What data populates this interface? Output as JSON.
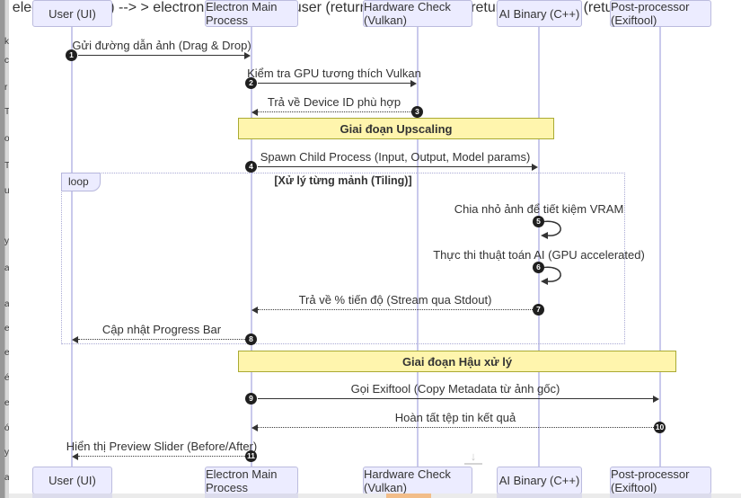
{
  "diagram": {
    "actors": [
      {
        "label": "User (UI)"
      },
      {
        "label": "Electron Main Process"
      },
      {
        "label": "Hardware Check (Vulkan)"
      },
      {
        "label": "AI Binary (C++)"
      },
      {
        "label": "Post-processor (Exiftool)"
      }
    ],
    "messages": [
      {
        "num": "1",
        "text": "Gửi đường dẫn ảnh (Drag & Drop)"
      },
      {
        "num": "2",
        "text": "Kiểm tra GPU tương thích Vulkan"
      },
      {
        "num": "3",
        "text": "Trả về Device ID phù hợp"
      },
      {
        "num": "4",
        "text": "Spawn Child Process (Input, Output, Model params)"
      },
      {
        "num": "5",
        "text": "Chia nhỏ ảnh để tiết kiệm VRAM"
      },
      {
        "num": "6",
        "text": "Thực thi thuật toán AI (GPU accelerated)"
      },
      {
        "num": "7",
        "text": "Trả về % tiến độ (Stream qua Stdout)"
      },
      {
        "num": "8",
        "text": "Cập nhật Progress Bar"
      },
      {
        "num": "9",
        "text": "Gọi Exiftool (Copy Metadata từ ảnh gốc)"
      },
      {
        "num": "10",
        "text": "Hoàn tất tệp tin kết quả"
      },
      {
        "num": "11",
        "text": "Hiển thị Preview Slider (Before/After)"
      }
    ],
    "notes": [
      {
        "text": "Giai đoạn Upscaling"
      },
      {
        "text": "Giai đoạn Hậu xử lý"
      }
    ],
    "loop": {
      "label": "loop",
      "condition": "[Xử lý từng mảnh (Tiling)]"
    }
  },
  "icons": {
    "scroll_down": "↓"
  },
  "colors": {
    "actor_fill": "#ECECFF",
    "actor_border": "#bcbcde",
    "lifeline": "#c9c9ec",
    "note_fill": "#fff5ad",
    "note_border": "#aaaa33",
    "arrow": "#333333",
    "loop_border": "#a9a9d4",
    "edge_strip": "#979797",
    "bottom_accent": "#f2bd89"
  },
  "left_edge_fragments": [
    "k",
    "c",
    "r",
    "T",
    "o",
    "T",
    "u",
    "y",
    "a",
    "a",
    "e",
    "e",
    "é",
    "e",
    "ó",
    "y",
    "a"
  ]
}
